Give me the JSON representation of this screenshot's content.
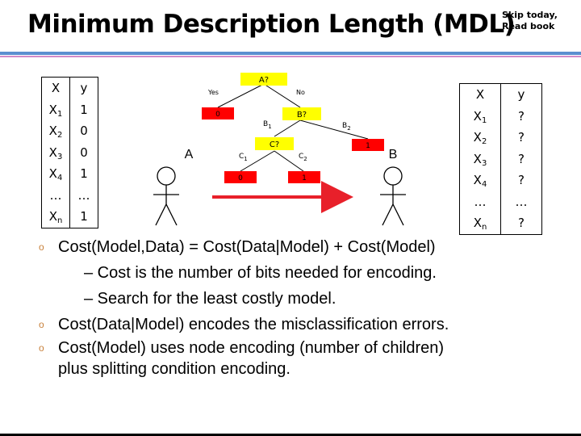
{
  "slide": {
    "title": "Minimum Description Length (MDL)",
    "note": [
      "Skip today,",
      "Read book"
    ]
  },
  "table_left": {
    "x_header": "X",
    "y_header": "y",
    "x_values": [
      [
        "X",
        "1"
      ],
      [
        "X",
        "2"
      ],
      [
        "X",
        "3"
      ],
      [
        "X",
        "4"
      ],
      [
        "…",
        ""
      ],
      [
        "X",
        "n"
      ]
    ],
    "y_values": [
      "1",
      "0",
      "0",
      "1",
      "…",
      "1"
    ]
  },
  "table_right": {
    "x_header": "X",
    "y_header": "y",
    "x_values": [
      [
        "X",
        "1"
      ],
      [
        "X",
        "2"
      ],
      [
        "X",
        "3"
      ],
      [
        "X",
        "4"
      ],
      [
        "…",
        ""
      ],
      [
        "X",
        "n"
      ]
    ],
    "y_values": [
      "?",
      "?",
      "?",
      "?",
      "…",
      "?"
    ]
  },
  "diagram": {
    "root": "A?",
    "yes_label": "Yes",
    "no_label": "No",
    "leaf_yes": "0",
    "node_b": "B?",
    "b1_label": "B",
    "b1_sub": "1",
    "b2_label": "B",
    "b2_sub": "2",
    "node_c": "C?",
    "leaf_b2": "1",
    "c1_label": "C",
    "c1_sub": "1",
    "c2_label": "C",
    "c2_sub": "2",
    "leaf_c1": "0",
    "leaf_c2": "1",
    "person_a": "A",
    "person_b": "B",
    "colors": {
      "node_fill": "#ffff00",
      "leaf_fill": "#ff0000",
      "arrow": "#e8202a"
    }
  },
  "bullets": [
    {
      "level": 1,
      "text": "Cost(Model,Data) = Cost(Data|Model) + Cost(Model)",
      "marker": "o"
    },
    {
      "level": 2,
      "text": "– Cost is the number of bits needed for encoding."
    },
    {
      "level": 2,
      "text": "– Search for the least costly model."
    },
    {
      "level": 1,
      "text": "Cost(Data|Model) encodes the misclassification errors.",
      "marker": "o"
    },
    {
      "level": 1,
      "text": "Cost(Model) uses node encoding (number of children)",
      "marker": "o"
    },
    {
      "level": 3,
      "text": "plus splitting condition encoding."
    }
  ]
}
